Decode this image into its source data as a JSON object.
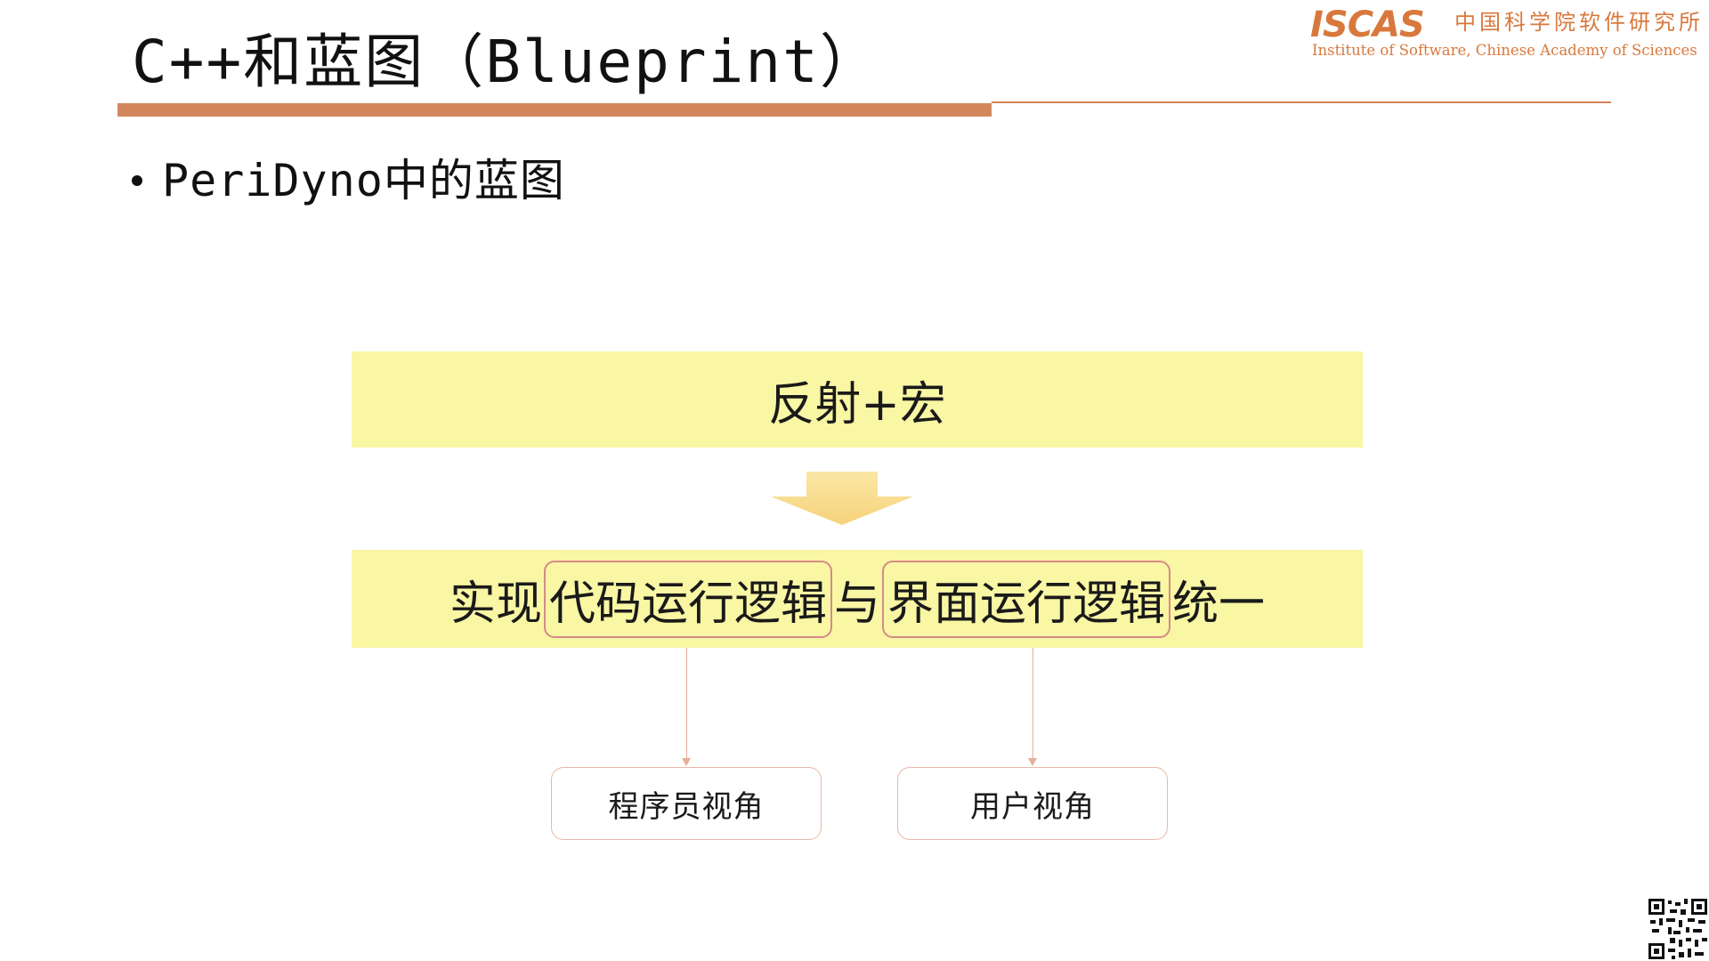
{
  "title": "C++和蓝图（Blueprint）",
  "logo": {
    "wordmark": "ISCAS",
    "name_cn": "中国科学院软件研究所",
    "name_en": "Institute of Software, Chinese Academy of Sciences"
  },
  "bullet": "PeriDyno中的蓝图",
  "diagram": {
    "top_box": "反射+宏",
    "mid_box": {
      "prefix": "实现",
      "highlight1": "代码运行逻辑",
      "connector": "与",
      "highlight2": "界面运行逻辑",
      "suffix": "统一"
    },
    "views": {
      "programmer": "程序员视角",
      "user": "用户视角"
    }
  },
  "colors": {
    "accent": "#d3875c",
    "box_fill": "#f9f6a4",
    "highlight_border": "#d68a86",
    "logo": "#d9783c"
  }
}
